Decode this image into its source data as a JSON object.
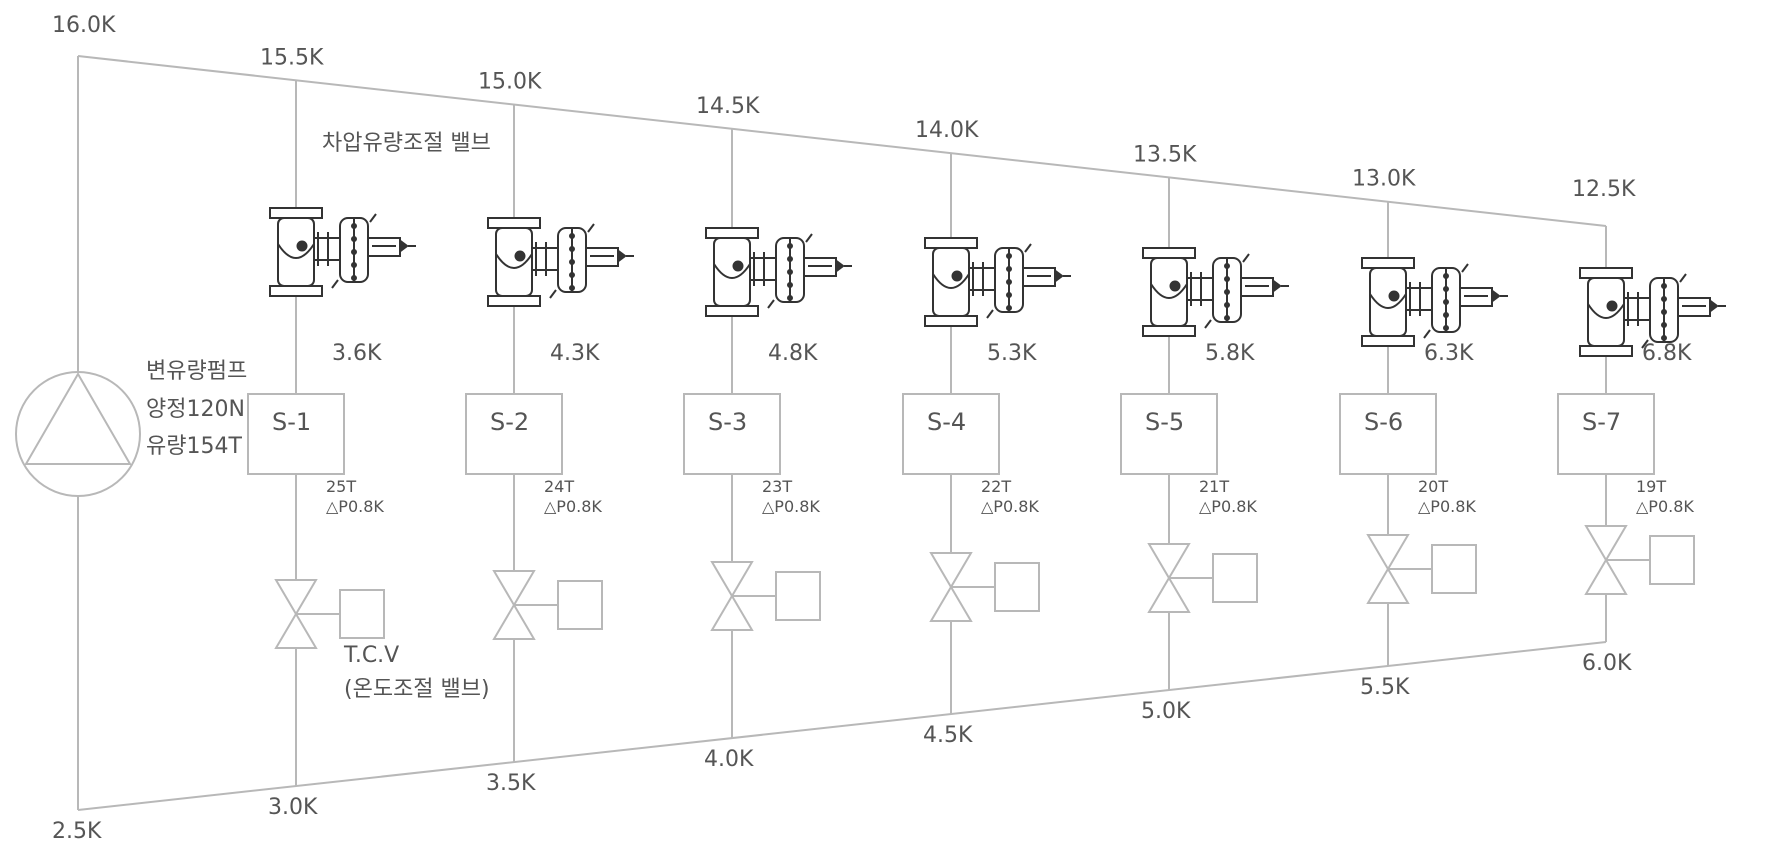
{
  "pump": {
    "line1": "변유량펌프",
    "line2": "양정120N",
    "line3": "유량154T"
  },
  "supply_main": {
    "start_label": "16.0K",
    "end_label": "12.5K"
  },
  "return_main": {
    "start_label": "2.5K",
    "end_label": "6.0K"
  },
  "dp_valve_label": "차압유량조절 밸브",
  "tcv_label_line1": "T.C.V",
  "tcv_label_line2": "(온도조절 밸브)",
  "branches": [
    {
      "name": "S-1",
      "supply": "15.5K",
      "after_valve": "3.6K",
      "flow": "25T",
      "dp": "△P0.8K",
      "return": "3.0K"
    },
    {
      "name": "S-2",
      "supply": "15.0K",
      "after_valve": "4.3K",
      "flow": "24T",
      "dp": "△P0.8K",
      "return": "3.5K"
    },
    {
      "name": "S-3",
      "supply": "14.5K",
      "after_valve": "4.8K",
      "flow": "23T",
      "dp": "△P0.8K",
      "return": "4.0K"
    },
    {
      "name": "S-4",
      "supply": "14.0K",
      "after_valve": "5.3K",
      "flow": "22T",
      "dp": "△P0.8K",
      "return": "4.5K"
    },
    {
      "name": "S-5",
      "supply": "13.5K",
      "after_valve": "5.8K",
      "flow": "21T",
      "dp": "△P0.8K",
      "return": "5.0K"
    },
    {
      "name": "S-6",
      "supply": "13.0K",
      "after_valve": "6.3K",
      "flow": "20T",
      "dp": "△P0.8K",
      "return": "5.5K"
    },
    {
      "name": "S-7",
      "supply": "",
      "after_valve": "6.8K",
      "flow": "19T",
      "dp": "△P0.8K",
      "return": ""
    }
  ],
  "icons": {
    "pump": "pump-symbol-icon",
    "dp_valve": "differential-pressure-valve-icon",
    "tcv": "temperature-control-valve-icon"
  },
  "colors": {
    "pipe": "#b8b8b8",
    "text": "#555555",
    "valve": "#333333"
  }
}
